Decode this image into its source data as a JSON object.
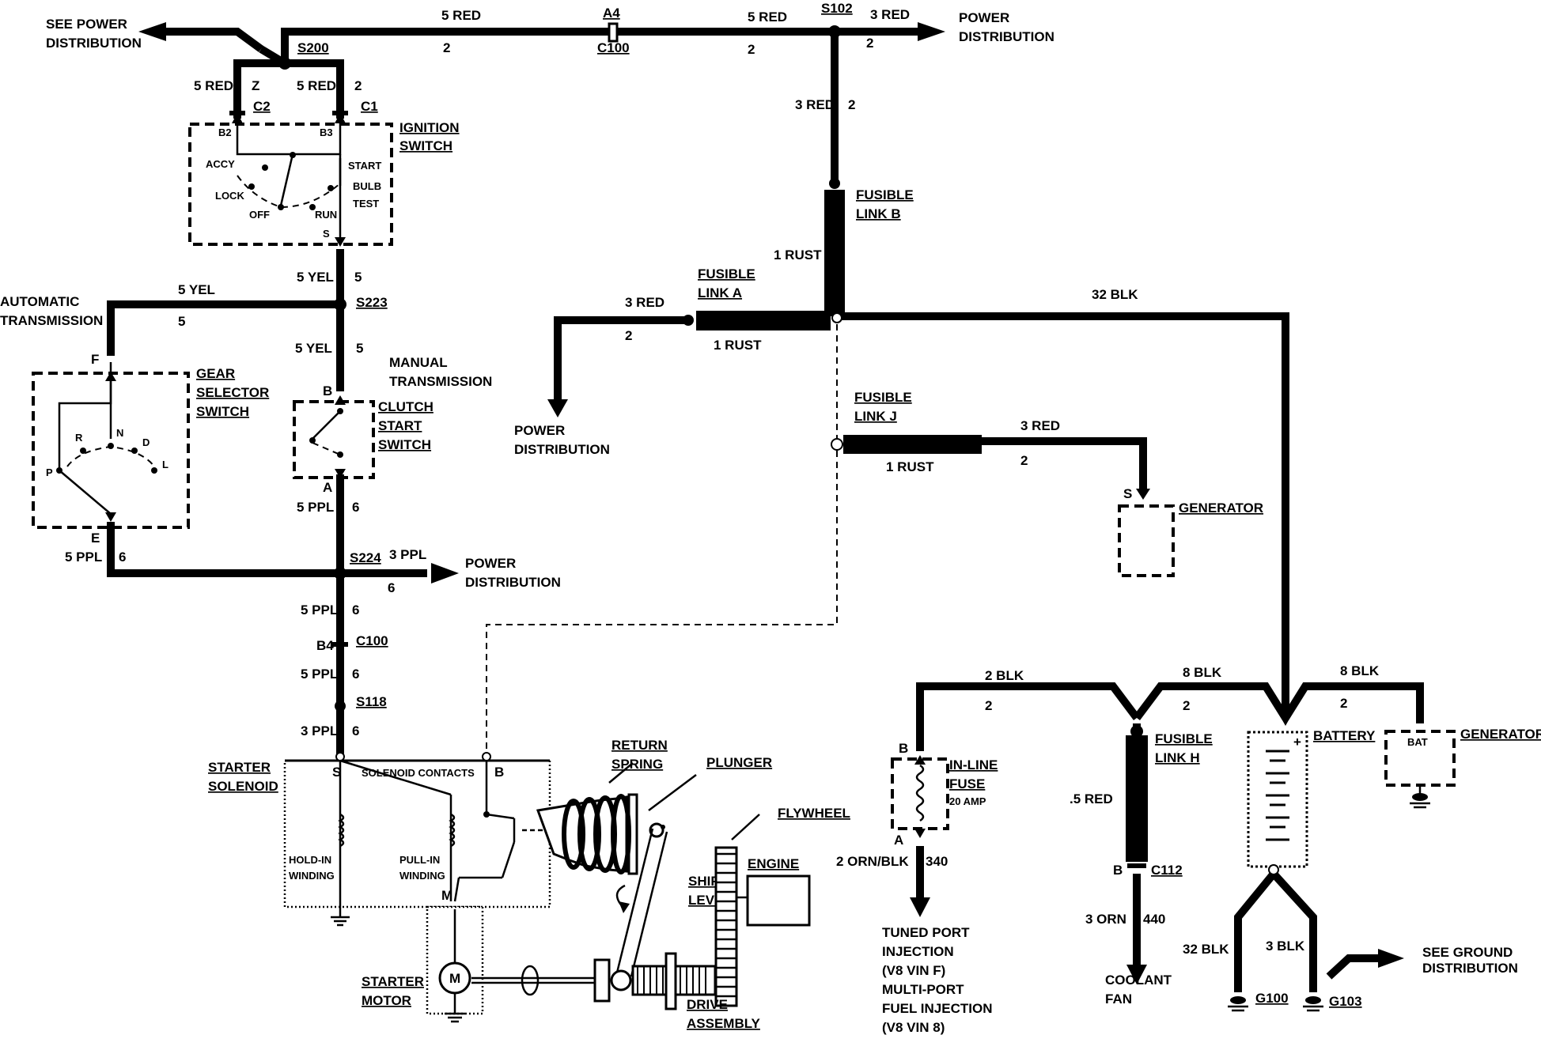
{
  "power_dist": {
    "see_1": "SEE POWER",
    "see_2": "DISTRIBUTION",
    "top_right_1": "POWER",
    "top_right_2": "DISTRIBUTION",
    "mid_1": "POWER",
    "mid_2": "DISTRIBUTION",
    "s224_1": "POWER",
    "s224_2": "DISTRIBUTION"
  },
  "wires": {
    "w5red_a": "5 RED",
    "g2_a": "2",
    "w5red_b": "5 RED",
    "g2_b": "2",
    "w3red_top": "3 RED",
    "g2_top": "2",
    "w5red_c2": "5 RED",
    "gz_c2": "Z",
    "w5red_c1": "5 RED",
    "g2_c1": "2",
    "w3red_s102": "3 RED",
    "g2_s102": "2",
    "w1rust_b": "1 RUST",
    "w32blk": "32 BLK",
    "w3red_pd": "3 RED",
    "g2_pd": "2",
    "w1rust_a": "1 RUST",
    "w5yel_a": "5 YEL",
    "g5_a": "5",
    "w5yel_b": "5 YEL",
    "g5_b": "5",
    "w5yel_c": "5 YEL",
    "g5_c": "5",
    "w3red_j": "3 RED",
    "g2_j": "2",
    "w1rust_j": "1 RUST",
    "w5ppl_a": "5 PPL",
    "g6_a": "6",
    "w5ppl_e": "5 PPL",
    "g6_e": "6",
    "w3ppl_pd": "3 PPL",
    "g6_pd": "6",
    "w5ppl_b": "5 PPL",
    "g6_b": "6",
    "w5ppl_c": "5 PPL",
    "g6_c": "6",
    "w3ppl": "3 PPL",
    "g6_d": "6",
    "w2blk": "2 BLK",
    "g2_blk": "2",
    "w8blk_a": "8 BLK",
    "g2_blk_b": "2",
    "w8blk_b": "8 BLK",
    "g2_blk_c": "2",
    "w5red_h": ".5 RED",
    "w2orn": "2 ORN/BLK",
    "g340": "340",
    "w3orn": "3 ORN",
    "g440": "440",
    "w32blk_b": "32 BLK",
    "w3blk": "3 BLK"
  },
  "splices": {
    "s200": "S200",
    "s102": "S102",
    "s223": "S223",
    "s224": "S224",
    "s118": "S118"
  },
  "connectors": {
    "a4": "A4",
    "c100_top": "C100",
    "c2": "C2",
    "c1": "C1",
    "b2": "B2",
    "b3": "B3",
    "b4": "B4",
    "c100_mid": "C100",
    "c112": "C112"
  },
  "pins": {
    "f": "F",
    "e": "E",
    "b_clutch": "B",
    "a_clutch": "A",
    "s_ign": "S",
    "s_gen": "S",
    "b_fuse": "B",
    "a_fuse": "A",
    "b_c112": "B",
    "s_sol": "S",
    "b_sol": "B",
    "m_sol": "M"
  },
  "components": {
    "ignition_1": "IGNITION",
    "ignition_2": "SWITCH",
    "accy": "ACCY",
    "lock": "LOCK",
    "off": "OFF",
    "run": "RUN",
    "start": "START",
    "bulb": "BULB",
    "test": "TEST",
    "fusible_b_1": "FUSIBLE",
    "fusible_b_2": "LINK B",
    "fusible_a_1": "FUSIBLE",
    "fusible_a_2": "LINK A",
    "fusible_j_1": "FUSIBLE",
    "fusible_j_2": "LINK J",
    "fusible_h_1": "FUSIBLE",
    "fusible_h_2": "LINK H",
    "auto_1": "AUTOMATIC",
    "auto_2": "TRANSMISSION",
    "manual_1": "MANUAL",
    "manual_2": "TRANSMISSION",
    "gear_1": "GEAR",
    "gear_2": "SELECTOR",
    "gear_3": "SWITCH",
    "gr": "R",
    "gn": "N",
    "gd": "D",
    "gl": "L",
    "gp": "P",
    "clutch_1": "CLUTCH",
    "clutch_2": "START",
    "clutch_3": "SWITCH",
    "generator_1": "GENERATOR",
    "generator_2": "GENERATOR",
    "bat": "BAT",
    "battery": "BATTERY",
    "plus": "+",
    "inline_1": "IN-LINE",
    "inline_2": "FUSE",
    "inline_3": "20 AMP",
    "starter_sol_1": "STARTER",
    "starter_sol_2": "SOLENOID",
    "sol_contacts": "SOLENOID CONTACTS",
    "hold_1": "HOLD-IN",
    "hold_2": "WINDING",
    "pull_1": "PULL-IN",
    "pull_2": "WINDING",
    "return_1": "RETURN",
    "return_2": "SPRING",
    "plunger": "PLUNGER",
    "flywheel": "FLYWHEEL",
    "engine": "ENGINE",
    "shift_1": "SHIFT",
    "shift_2": "LEVER",
    "motor_1": "STARTER",
    "motor_2": "MOTOR",
    "motor_m": "M",
    "drive_1": "DRIVE",
    "drive_2": "ASSEMBLY",
    "tpi_1": "TUNED PORT",
    "tpi_2": "INJECTION",
    "tpi_3": "(V8 VIN F)",
    "tpi_4": "MULTI-PORT",
    "tpi_5": "FUEL INJECTION",
    "tpi_6": "(V8 VIN 8)",
    "coolant_1": "COOLANT",
    "coolant_2": "FAN",
    "ground_1": "SEE GROUND",
    "ground_2": "DISTRIBUTION",
    "g100": "G100",
    "g103": "G103"
  }
}
